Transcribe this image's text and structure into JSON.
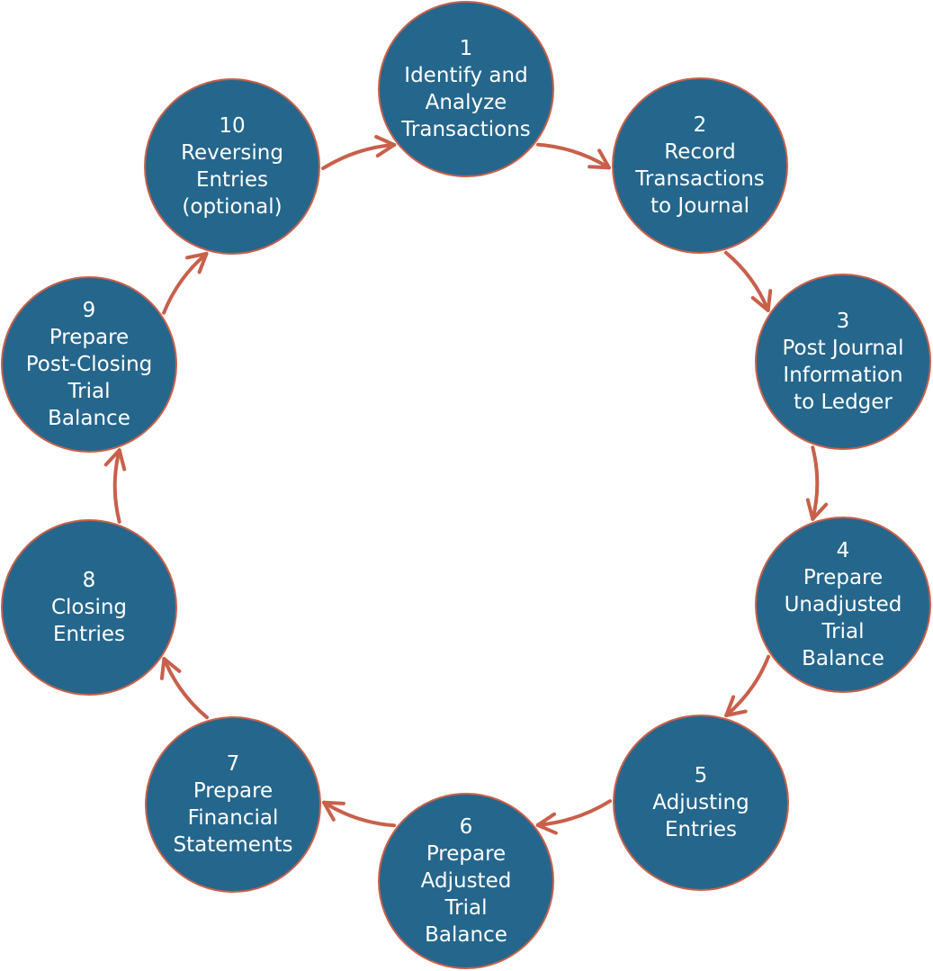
{
  "colors": {
    "node_fill": "#25668c",
    "node_stroke": "#c8604a",
    "arrow": "#c8604a",
    "text": "#ffffff",
    "background": "#ffffff"
  },
  "nodes": [
    {
      "id": 1,
      "lines": [
        "1",
        "Identify and",
        "Analyze",
        "Transactions"
      ]
    },
    {
      "id": 2,
      "lines": [
        "2",
        "Record",
        "Transactions",
        "to Journal"
      ]
    },
    {
      "id": 3,
      "lines": [
        "3",
        "Post Journal",
        "Information",
        "to Ledger"
      ]
    },
    {
      "id": 4,
      "lines": [
        "4",
        "Prepare",
        "Unadjusted",
        "Trial",
        "Balance"
      ]
    },
    {
      "id": 5,
      "lines": [
        "5",
        "Adjusting",
        "Entries"
      ]
    },
    {
      "id": 6,
      "lines": [
        "6",
        "Prepare",
        "Adjusted",
        "Trial",
        "Balance"
      ]
    },
    {
      "id": 7,
      "lines": [
        "7",
        "Prepare",
        "Financial",
        "Statements"
      ]
    },
    {
      "id": 8,
      "lines": [
        "8",
        "Closing",
        "Entries"
      ]
    },
    {
      "id": 9,
      "lines": [
        "9",
        "Prepare",
        "Post-Closing",
        "Trial",
        "Balance"
      ]
    },
    {
      "id": 10,
      "lines": [
        "10",
        "Reversing",
        "Entries",
        "(optional)"
      ]
    }
  ],
  "edges": [
    {
      "from": 1,
      "to": 2
    },
    {
      "from": 2,
      "to": 3
    },
    {
      "from": 3,
      "to": 4
    },
    {
      "from": 4,
      "to": 5
    },
    {
      "from": 5,
      "to": 6
    },
    {
      "from": 6,
      "to": 7
    },
    {
      "from": 7,
      "to": 8
    },
    {
      "from": 8,
      "to": 9
    },
    {
      "from": 9,
      "to": 10
    },
    {
      "from": 10,
      "to": 1
    }
  ]
}
